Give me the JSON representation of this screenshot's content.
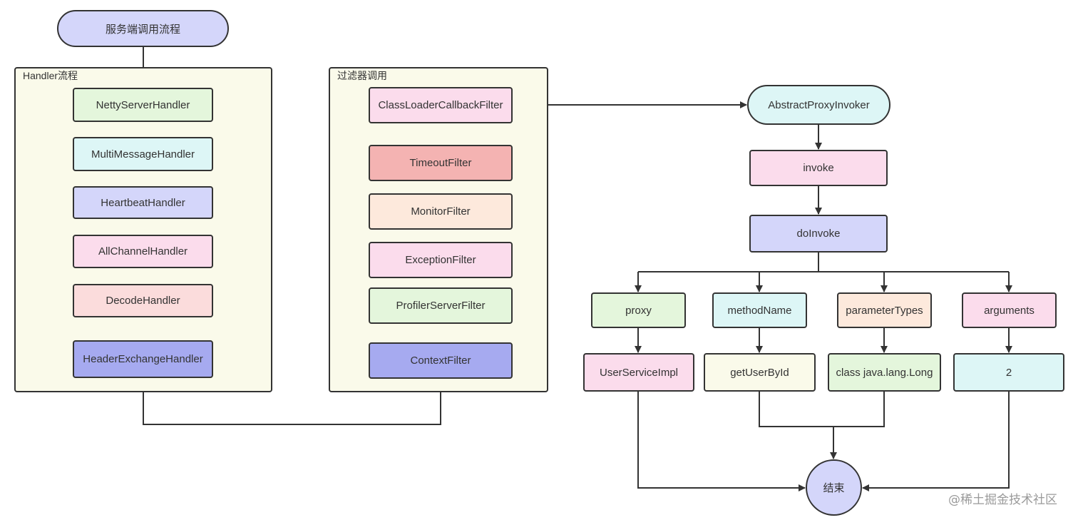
{
  "colors": {
    "line": "#333333",
    "group_bg": "#fafaea",
    "purple": "#d4d6fa",
    "green": "#e4f6dc",
    "cyan": "#ddf6f6",
    "pink": "#fbdcec",
    "salmon": "#fbdcdc",
    "deep_purple": "#a6aaf0",
    "red": "#f4b3b2",
    "peach": "#fde9dc",
    "cream": "#fafaea"
  },
  "start": {
    "label": "服务端调用流程"
  },
  "handler_group": {
    "title": "Handler流程",
    "items": [
      {
        "label": "NettyServerHandler"
      },
      {
        "label": "MultiMessageHandler"
      },
      {
        "label": "HeartbeatHandler"
      },
      {
        "label": "AllChannelHandler"
      },
      {
        "label": "DecodeHandler"
      },
      {
        "label": "HeaderExchangeHandler"
      }
    ]
  },
  "filter_group": {
    "title": "过滤器调用",
    "items": [
      {
        "label": "ClassLoaderCallbackFilter"
      },
      {
        "label": "TimeoutFilter"
      },
      {
        "label": "MonitorFilter"
      },
      {
        "label": "ExceptionFilter"
      },
      {
        "label": "ProfilerServerFilter"
      },
      {
        "label": "ContextFilter"
      }
    ]
  },
  "invoker": {
    "proxy_invoker": "AbstractProxyInvoker",
    "invoke": "invoke",
    "do_invoke": "doInvoke"
  },
  "params": [
    {
      "name": "proxy",
      "value": "UserServiceImpl"
    },
    {
      "name": "methodName",
      "value": "getUserById"
    },
    {
      "name": "parameterTypes",
      "value": "class java.lang.Long"
    },
    {
      "name": "arguments",
      "value": "2"
    }
  ],
  "end": {
    "label": "结束"
  },
  "watermark": "@稀土掘金技术社区"
}
